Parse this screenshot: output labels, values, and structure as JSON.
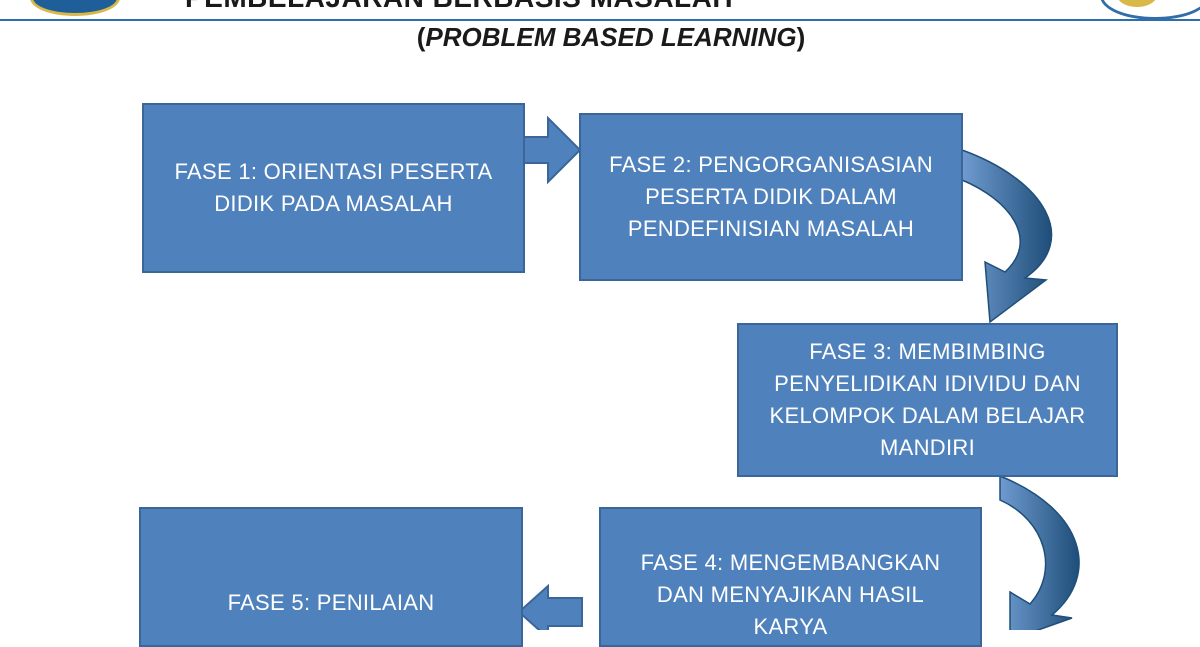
{
  "header": {
    "title": "PEMBELAJARAN BERBASIS MASALAH",
    "subtitle_open": "(",
    "subtitle_em": "PROBLEM BASED LEARNING",
    "subtitle_close": ")"
  },
  "phases": [
    {
      "label": "FASE 1: ORIENTASI PESERTA DIDIK PADA MASALAH"
    },
    {
      "label": "FASE 2: PENGORGANISASIAN PESERTA DIDIK DALAM PENDEFINISIAN MASALAH"
    },
    {
      "label": "FASE 3: MEMBIMBING PENYELIDIKAN IDIVIDU DAN KELOMPOK DALAM BELAJAR MANDIRI"
    },
    {
      "label": "FASE 4: MENGEMBANGKAN DAN MENYAJIKAN HASIL KARYA"
    },
    {
      "label": "FASE 5: PENILAIAN"
    }
  ],
  "colors": {
    "box_fill": "#4f81bd",
    "box_border": "#3a6699",
    "arrow_fill": "#4f81bd",
    "curved_arrow_dark": "#1f4e79",
    "header_rule": "#2f6ea8"
  }
}
